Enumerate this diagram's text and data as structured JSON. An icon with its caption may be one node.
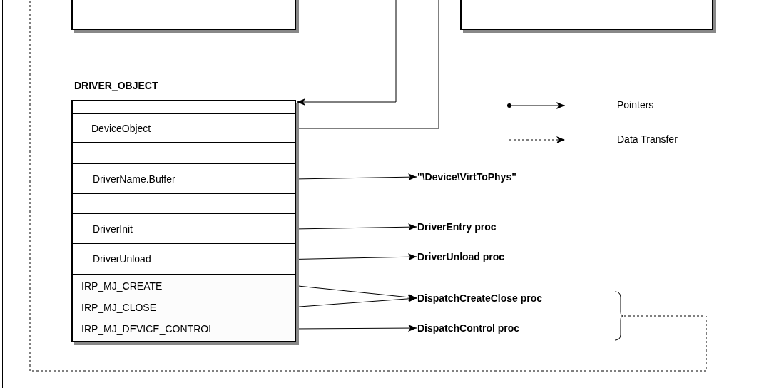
{
  "diagram": {
    "nodes": [
      {
        "text": [],
        "shape": "box"
      },
      {
        "text": [],
        "shape": "box"
      },
      {
        "text": [
          "DRIVER_OBJECT"
        ]
      },
      {
        "text": [],
        "shape": "box",
        "in": 2
      },
      {
        "text": [
          "DeviceObject"
        ],
        "in": 2
      },
      {
        "text": [],
        "shape": "box",
        "in": 2
      },
      {
        "text": [
          "DriverName.Buffer"
        ],
        "in": 2
      },
      {
        "text": [],
        "shape": "box",
        "in": 2
      },
      {
        "text": [
          "DriverInit"
        ],
        "in": 2
      },
      {
        "text": [
          "DriverUnload"
        ],
        "in": 2
      },
      {
        "text": [
          "IRP_MJ_CREATE"
        ],
        "in": 2
      },
      {
        "text": [
          "IRP_MJ_CLOSE"
        ],
        "in": 2
      },
      {
        "text": [
          "IRP_MJ_DEVICE_CONTROL"
        ],
        "in": 2
      },
      {
        "text": [
          "\"\\Device\\VirtToPhys\""
        ]
      },
      {
        "text": [
          "DriverEntry proc"
        ]
      },
      {
        "text": [
          "DriverUnload proc"
        ]
      },
      {
        "text": [
          "DispatchCreateClose proc"
        ]
      },
      {
        "text": [
          "DispatchControl proc"
        ]
      },
      {
        "text": [],
        "shape": "bracket"
      }
    ],
    "edges": [
      {
        "from": null,
        "to": 2,
        "arrow": "to"
      },
      {
        "from": 4,
        "to": null,
        "arrow": "other"
      },
      {
        "from": 6,
        "to": 13,
        "arrow": "to"
      },
      {
        "from": 8,
        "to": 14,
        "arrow": "to"
      },
      {
        "from": 9,
        "to": 15,
        "arrow": "to"
      },
      {
        "from": 10,
        "to": 16,
        "arrow": "to"
      },
      {
        "from": 11,
        "to": 16,
        "arrow": "to"
      },
      {
        "from": 12,
        "to": 17,
        "arrow": "to"
      },
      {
        "from": 18,
        "to": null,
        "arrow": "none",
        "style": "dashed"
      }
    ],
    "legend": [
      {
        "text": "Pointers"
      },
      {
        "text": "Data Transfer"
      }
    ]
  }
}
